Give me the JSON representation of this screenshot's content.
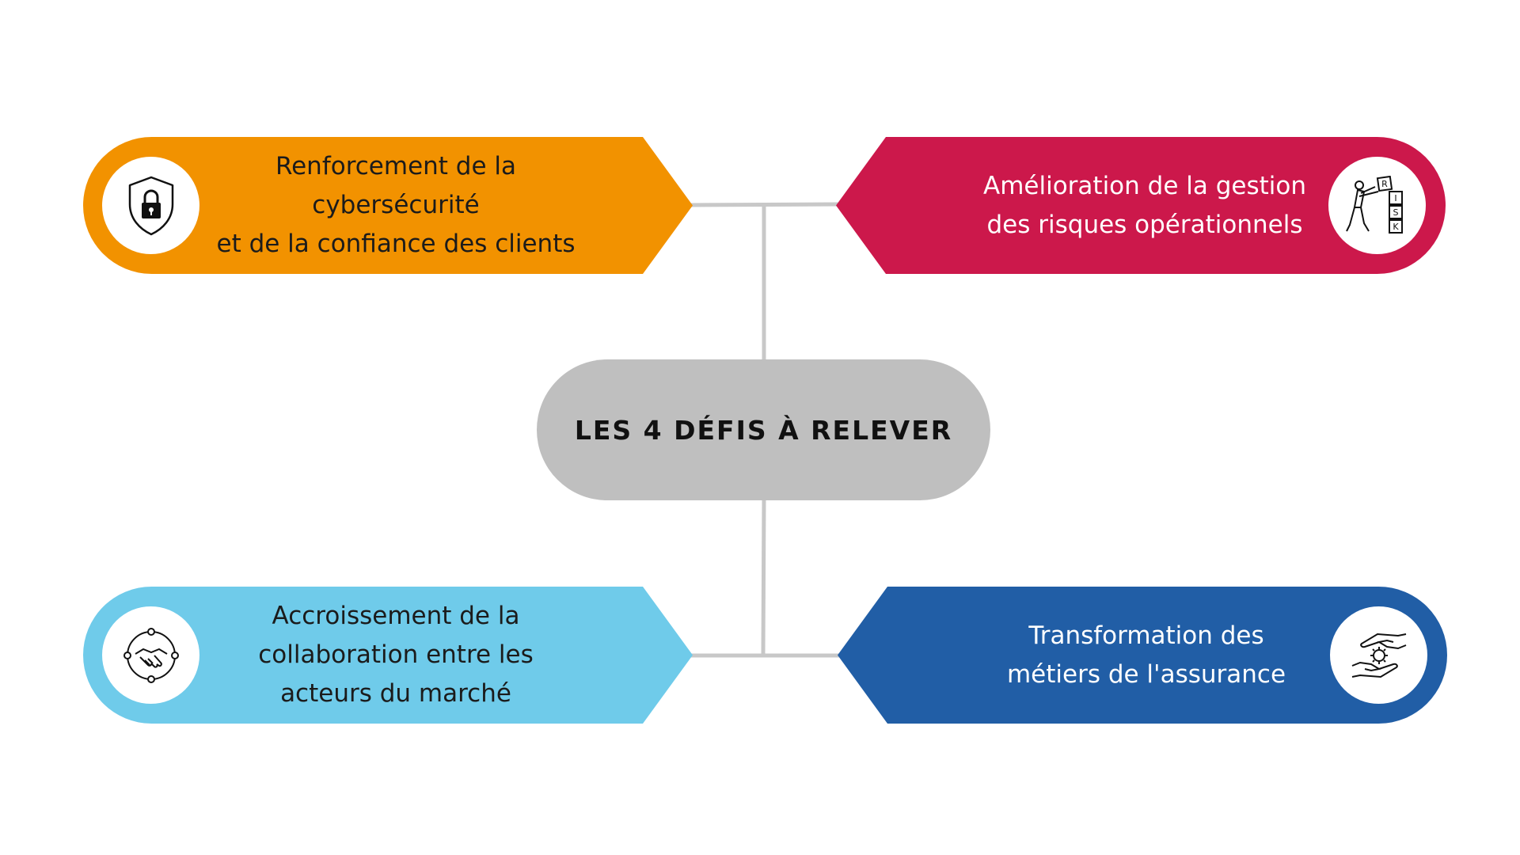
{
  "center": {
    "title": "LES 4 DÉFIS À RELEVER",
    "color": "#bfbfbf"
  },
  "connector_color": "#c8c8c8",
  "cards": {
    "top_left": {
      "text": "Renforcement de la\ncybersécurité\net de la confiance des clients",
      "color": "#f29200",
      "icon": "shield-lock-icon"
    },
    "top_right": {
      "text": "Amélioration de la gestion\ndes risques opérationnels",
      "color": "#cc184b",
      "icon": "risk-blocks-icon",
      "icon_letters": [
        "R",
        "I",
        "S",
        "K"
      ]
    },
    "bottom_left": {
      "text": "Accroissement de la\ncollaboration entre les\nacteurs du marché",
      "color": "#6fcbea",
      "icon": "handshake-network-icon"
    },
    "bottom_right": {
      "text": "Transformation des\nmétiers de l'assurance",
      "color": "#215ea6",
      "icon": "hands-gear-icon"
    }
  }
}
